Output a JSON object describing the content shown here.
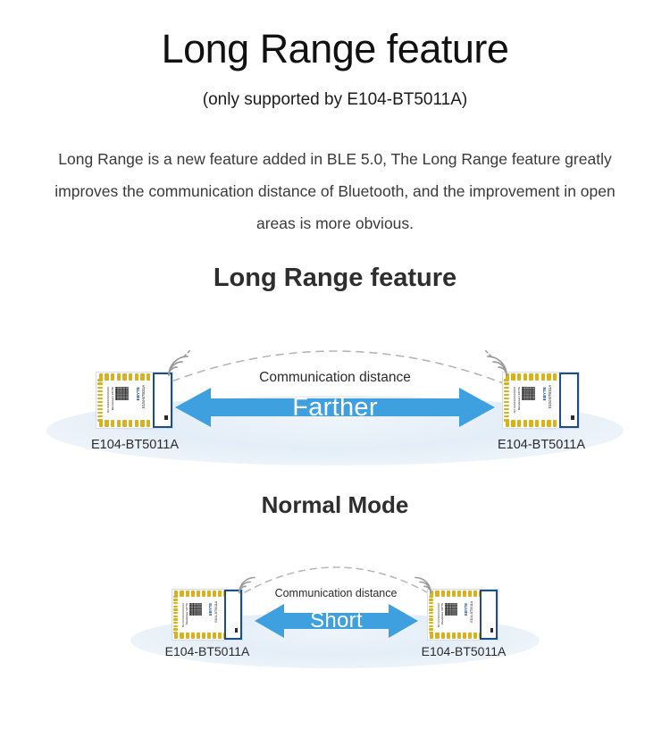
{
  "header": {
    "title": "Long Range feature",
    "subtitle": "(only supported by E104-BT5011A)",
    "paragraph": "Long Range is a new feature added in BLE 5.0, The Long Range feature greatly improves the communication distance of Bluetooth, and the improvement in open areas is more obvious."
  },
  "colors": {
    "arrow_blue": "#3fa0df",
    "arrow_blue_dark": "#2f8fd2",
    "module_navy": "#1d4e8c",
    "pad_gold": "#d8b21c",
    "ground_blue": "#e4eef8",
    "arc_gray": "#b6b6b6",
    "title_dark": "#2e2e2e"
  },
  "diagrams": [
    {
      "id": "long-range",
      "title": "Long Range feature",
      "distance_label": "Communication distance",
      "arrow_label": "Farther",
      "modules": [
        {
          "caption": "E104-BT5011A",
          "brand": "EBYTE",
          "part": "E104-BT5011A",
          "sn": "SN: XXXXXXXXXXXXX",
          "mfr": "Manufacturer: EBYTE",
          "icon": "ble-module"
        },
        {
          "caption": "E104-BT5011A",
          "brand": "EBYTE",
          "part": "E104-BT5011A",
          "sn": "SN: XXXXXXXXXXXXX",
          "mfr": "Manufacturer: EBYTE",
          "icon": "ble-module"
        }
      ],
      "signal_icon": "signal-waves-icon",
      "arc_icon": "dashed-arc-icon"
    },
    {
      "id": "normal",
      "title": "Normal Mode",
      "distance_label": "Communication distance",
      "arrow_label": "Short",
      "modules": [
        {
          "caption": "E104-BT5011A",
          "brand": "EBYTE",
          "part": "E104-BT5011A",
          "sn": "SN: XXXXXXXXXXXXX",
          "mfr": "Manufacturer: EBYTE",
          "icon": "ble-module"
        },
        {
          "caption": "E104-BT5011A",
          "brand": "EBYTE",
          "part": "E104-BT5011A",
          "sn": "SN: XXXXXXXXXXXXX",
          "mfr": "Manufacturer: EBYTE",
          "icon": "ble-module"
        }
      ],
      "signal_icon": "signal-waves-icon",
      "arc_icon": "dashed-arc-icon"
    }
  ]
}
